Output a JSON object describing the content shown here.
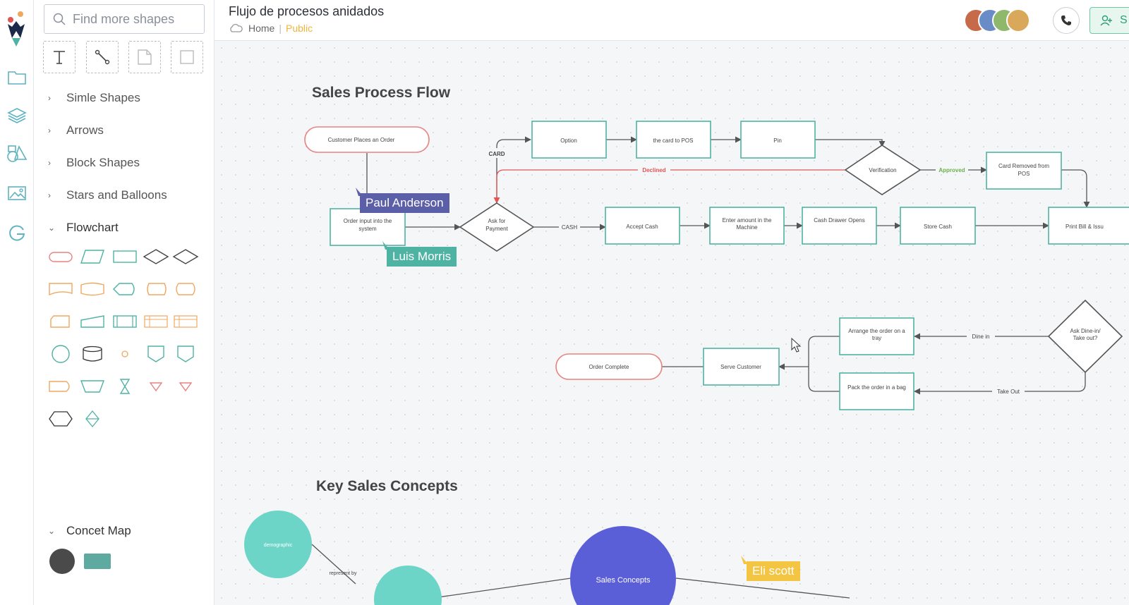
{
  "doc": {
    "title": "Flujo de procesos anidados",
    "breadcrumb_home": "Home",
    "breadcrumb_visibility": "Public"
  },
  "search": {
    "placeholder": "Find more shapes"
  },
  "tools": [
    "text-tool",
    "connector-tool",
    "note-tool",
    "frame-tool"
  ],
  "categories": [
    {
      "label": "Simle Shapes",
      "open": false
    },
    {
      "label": "Arrows",
      "open": false
    },
    {
      "label": "Block Shapes",
      "open": false
    },
    {
      "label": "Stars and Balloons",
      "open": false
    },
    {
      "label": "Flowchart",
      "open": true
    },
    {
      "label": "Concet Map",
      "open": true
    }
  ],
  "share": {
    "label": "S"
  },
  "colors": {
    "teal": "#4fb3a4",
    "salmon": "#e88282",
    "orange": "#f0a860",
    "red": "#e05555",
    "green": "#6ab04c",
    "purple": "#5a5fd8",
    "gold": "#f4c542"
  },
  "canvas": {
    "titles": {
      "flow": "Sales Process Flow",
      "concepts": "Key  Sales  Concepts"
    },
    "nodes": {
      "customer_order": "Customer Places an Order",
      "order_input": "Order input into the system",
      "ask_payment": "Ask for Payment",
      "option": "Option",
      "card_pos": "the card to POS",
      "pin": "Pin",
      "verification": "Verification",
      "card_removed": "Card Removed from POS",
      "accept_cash": "Accept Cash",
      "enter_amount": "Enter amount in the Machine",
      "cash_drawer": "Cash Drawer Opens",
      "store_cash": "Store Cash",
      "print_bill": "Print Bill & Issu",
      "dine_takeout": "Ask Dine-in/ Take out?",
      "arrange_tray": "Arrange the order on a tray",
      "pack_bag": "Pack the order in a bag",
      "serve_customer": "Serve Customer",
      "order_complete": "Order Complete",
      "demographic": "demographic",
      "sales_concepts": "Sales Concepts"
    },
    "edge_labels": {
      "card": "CARD",
      "cash": "CASH",
      "declined": "Declined",
      "approved": "Approved",
      "dine_in": "Dine in",
      "take_out": "Take Out",
      "represent_by": "represent by"
    },
    "collaborators": [
      {
        "name": "Paul Anderson",
        "color": "#5a5fa8"
      },
      {
        "name": "Luis Morris",
        "color": "#4fb3a4"
      },
      {
        "name": "Eli scott",
        "color": "#f4c542"
      }
    ]
  }
}
